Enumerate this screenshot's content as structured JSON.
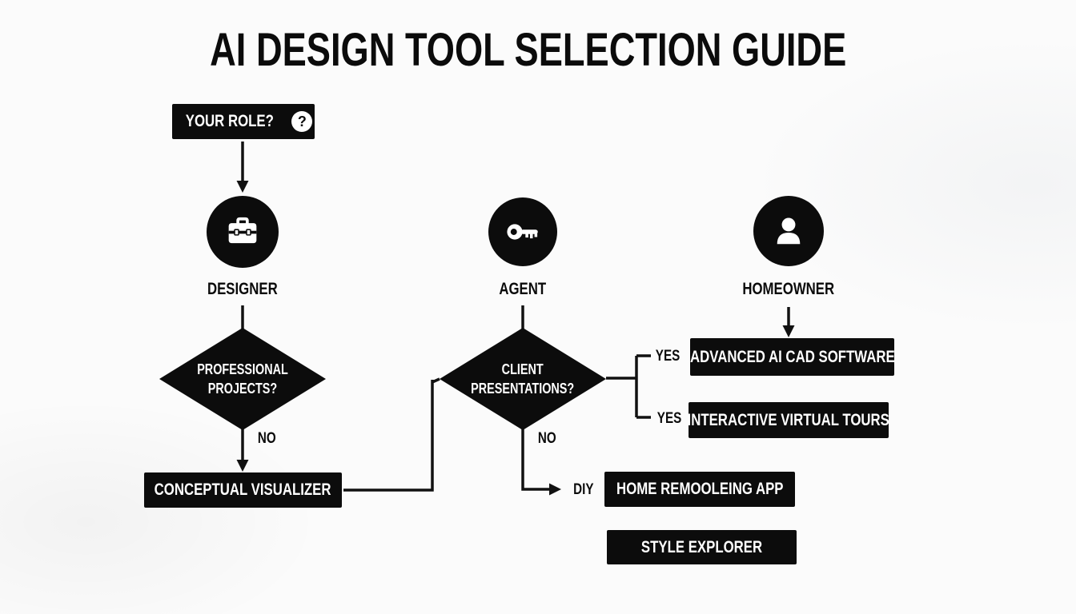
{
  "title": "AI DESIGN TOOL SELECTION GUIDE",
  "colors": {
    "node_bg": "#0c0c0c",
    "node_text": "#ffffff",
    "line": "#111111",
    "background": "#fbfbfb"
  },
  "nodes": {
    "your_role": "YOUR ROLE?",
    "designer": "DESIGNER",
    "agent": "AGENT",
    "homeowner": "HOMEOWNER",
    "professional_projects_line1": "PROFESSIONAL",
    "professional_projects_line2": "PROJECTS?",
    "client_presentations_line1": "CLIENT",
    "client_presentations_line2": "PRESENTATIONS?",
    "conceptual_visualizer": "CONCEPTUAL VISUALIZER",
    "advanced_ai_cad_software": "ADVANCED AI CAD SOFTWARE",
    "interactive_virtual_tours": "INTERACTIVE VIRTUAL TOURS",
    "home_remodeling_app": "HOME REMOOLEING APP",
    "style_explorer": "STYLE EXPLORER"
  },
  "edge_labels": {
    "professional_no": "NO",
    "client_no": "NO",
    "client_yes_top": "YES",
    "client_yes_bottom": "YES",
    "diy": "DIY"
  },
  "icons": {
    "root": "question-mark-icon",
    "designer": "briefcase-icon",
    "agent": "key-icon",
    "homeowner": "person-icon"
  },
  "question_glyph": "?"
}
